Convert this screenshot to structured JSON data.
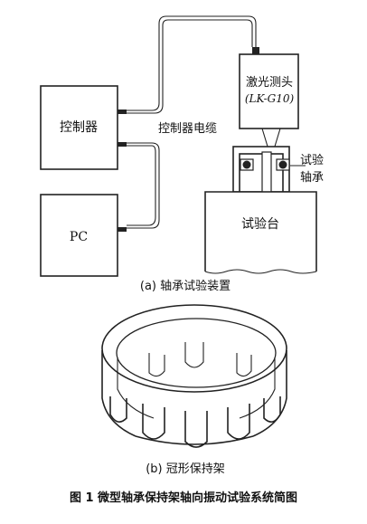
{
  "setup": {
    "controller_label": "控制器",
    "pc_label": "PC",
    "cable_label": "控制器电缆",
    "probe_label_line1": "激光测头",
    "probe_label_line2": "(LK-G10)",
    "bearing_label_line1": "试验",
    "bearing_label_line2": "轴承",
    "table_label": "试验台",
    "caption": "(a) 轴承试验装置"
  },
  "cage": {
    "caption": "(b) 冠形保持架"
  },
  "figure_caption": "图 1    微型轴承保持架轴向振动试验系统简图"
}
